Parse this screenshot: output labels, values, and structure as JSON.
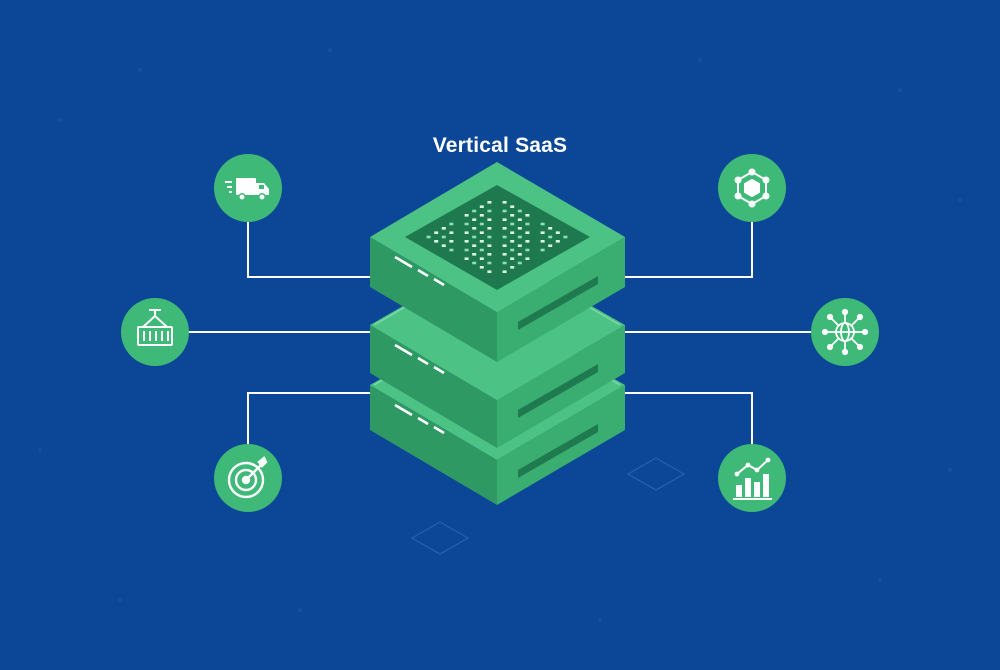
{
  "diagram": {
    "title": "Vertical SaaS",
    "colors": {
      "background": "#0b4796",
      "node_green": "#3fb977",
      "server_top": "#4cc285",
      "server_left": "#2f9963",
      "server_right": "#3aad70",
      "server_dark": "#1f7a4f",
      "connector": "#ffffff"
    },
    "nodes": [
      {
        "id": "logistics",
        "icon": "delivery-truck-icon"
      },
      {
        "id": "shipping",
        "icon": "shipping-container-icon"
      },
      {
        "id": "targeting",
        "icon": "target-icon"
      },
      {
        "id": "blockchain",
        "icon": "cube-network-icon"
      },
      {
        "id": "global-network",
        "icon": "globe-network-icon"
      },
      {
        "id": "analytics",
        "icon": "bar-chart-icon"
      }
    ]
  }
}
